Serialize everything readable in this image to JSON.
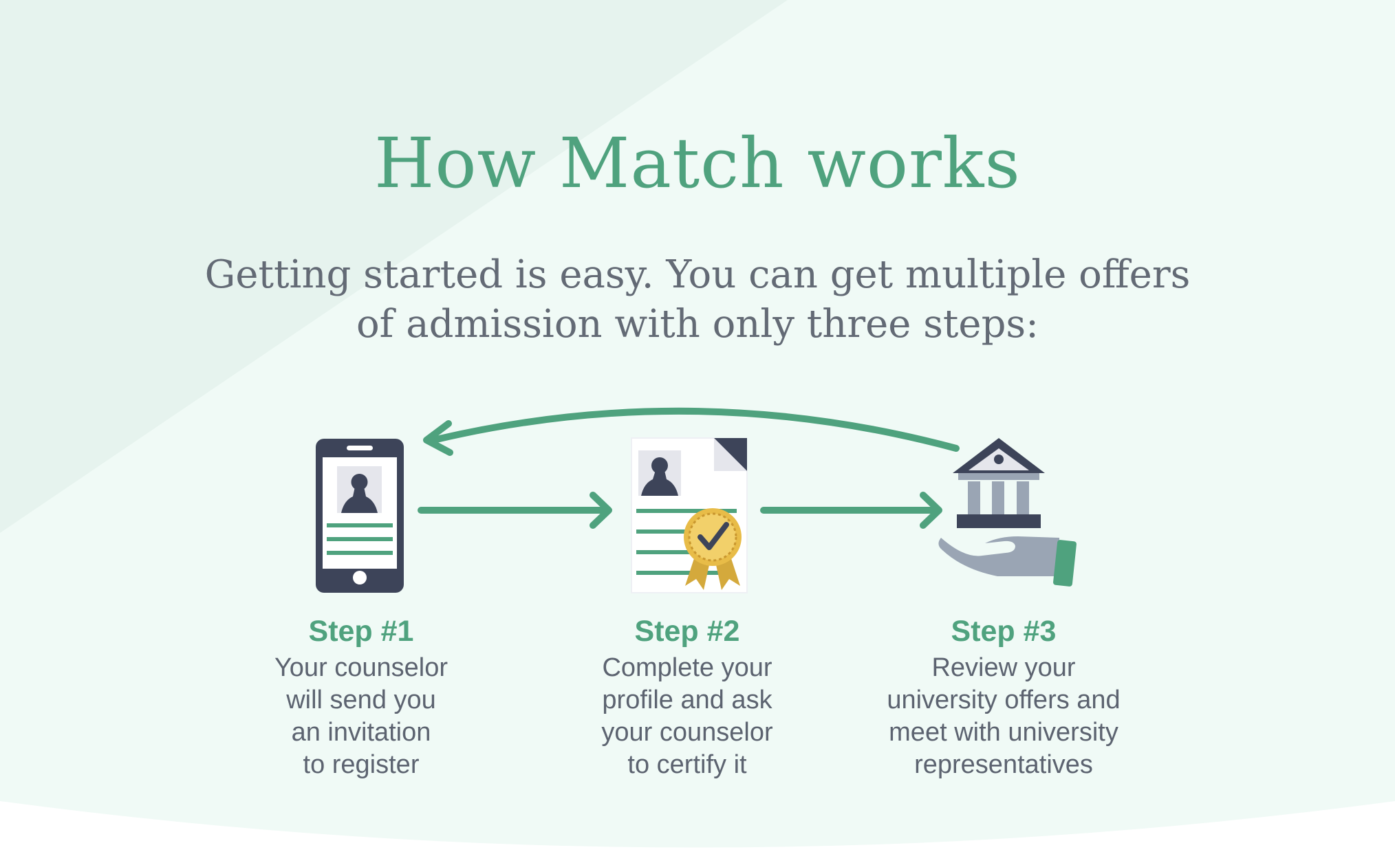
{
  "page": {
    "title": "How Match works",
    "subtitle": "Getting started is easy. You can get multiple offers of admission with only three steps:"
  },
  "steps": [
    {
      "title": "Step #1",
      "description": "Your counselor\nwill send you\nan invitation\nto register",
      "icon": "smartphone-profile-icon"
    },
    {
      "title": "Step #2",
      "description": "Complete your\nprofile and ask\nyour counselor\nto certify it",
      "icon": "certified-document-icon"
    },
    {
      "title": "Step #3",
      "description": "Review your\nuniversity offers and\nmeet with university\nrepresentatives",
      "icon": "university-hand-icon"
    }
  ],
  "colors": {
    "accent": "#4fa27e",
    "text": "#636a75",
    "dark": "#3d4459",
    "background": "#f0faf6",
    "gold": "#d4a93c"
  }
}
